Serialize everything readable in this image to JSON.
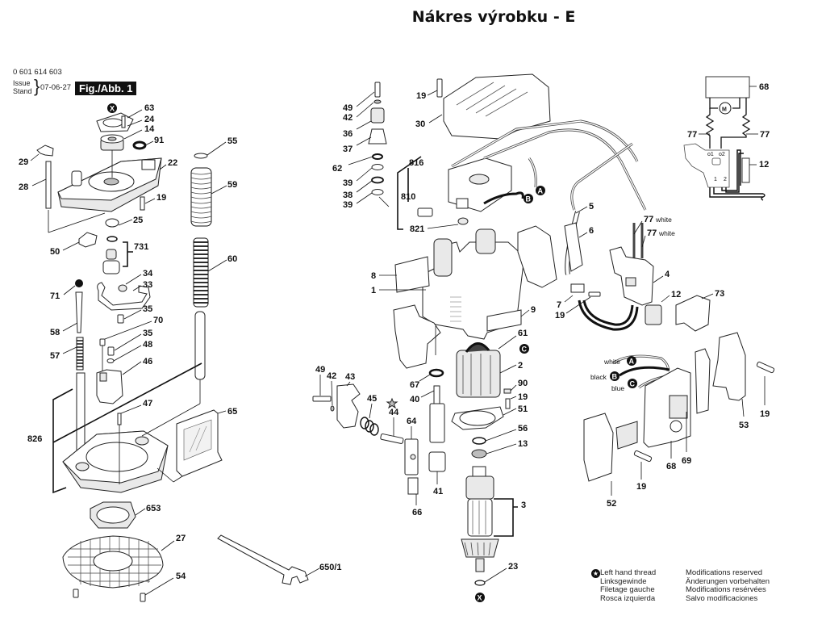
{
  "page": {
    "title": "Nákres výrobku - E",
    "part_number": "0 601 614 603",
    "issue_label": "Issue",
    "stand_label": "Stand",
    "issue_date": "07-06-27",
    "figure_label": "Fig./Abb. 1"
  },
  "legend": {
    "marker_icon": "star-icon",
    "left_hand_thread": [
      "Left hand thread",
      "Linksgewinde",
      "Filetage gauche",
      "Rosca izquierda"
    ],
    "modifications": [
      "Modifications reserved",
      "Änderungen vorbehalten",
      "Modifications resérvées",
      "Salvo modificaciones"
    ]
  },
  "markers": {
    "X": "X",
    "A": "A",
    "B": "B",
    "C": "C"
  },
  "wire_labels": {
    "white": "white",
    "black": "black",
    "blue": "blue"
  },
  "callouts": {
    "p63": "63",
    "p24": "24",
    "p14": "14",
    "p91": "91",
    "p22": "22",
    "p29": "29",
    "p28": "28",
    "p19a": "19",
    "p25": "25",
    "p50": "50",
    "p731": "731",
    "p34": "34",
    "p33": "33",
    "p71": "71",
    "p35a": "35",
    "p70": "70",
    "p58": "58",
    "p35b": "35",
    "p48": "48",
    "p57": "57",
    "p46": "46",
    "p47": "47",
    "p826": "826",
    "p65": "65",
    "p653": "653",
    "p27": "27",
    "p54": "54",
    "p650": "650/1",
    "p55": "55",
    "p59": "59",
    "p60": "60",
    "p49a": "49",
    "p42a": "42",
    "p36": "36",
    "p37": "37",
    "p62": "62",
    "p39a": "39",
    "p38": "38",
    "p39b": "39",
    "p19b": "19",
    "p30": "30",
    "p816": "816",
    "p810": "810",
    "p821": "821",
    "p8": "8",
    "p1": "1",
    "p9": "9",
    "p61": "61",
    "p2": "2",
    "p90": "90",
    "p19c": "19",
    "p51": "51",
    "p67": "67",
    "p40": "40",
    "p56": "56",
    "p13": "13",
    "p3": "3",
    "p23": "23",
    "p49b": "49",
    "p42b": "42",
    "p43": "43",
    "p45": "45",
    "p44": "44",
    "p64": "64",
    "p41": "41",
    "p66": "66",
    "p5": "5",
    "p6": "6",
    "p7": "7",
    "p19d": "19",
    "p77a": "77",
    "p77b": "77",
    "p4": "4",
    "p12a": "12",
    "p73": "73",
    "p53": "53",
    "p19e": "19",
    "p68a": "68",
    "p69": "69",
    "p19f": "19",
    "p52": "52",
    "p68b": "68",
    "p77c": "77",
    "p77d": "77",
    "p12b": "12"
  },
  "schematic": {
    "motor": "M",
    "terminal_o1": "o1",
    "terminal_o2": "o2",
    "pin_1": "1",
    "pin_2": "2"
  }
}
